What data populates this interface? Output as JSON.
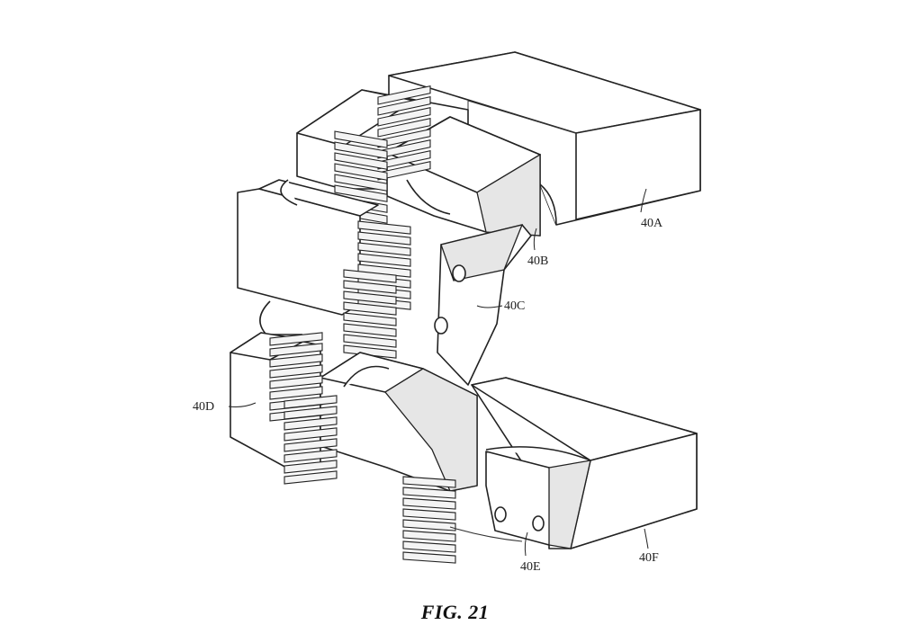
{
  "figure": {
    "caption": "FIG. 21",
    "labels": {
      "40A": "40A",
      "40B": "40B",
      "40C": "40C",
      "40D": "40D",
      "40E": "40E",
      "40F": "40F"
    }
  }
}
